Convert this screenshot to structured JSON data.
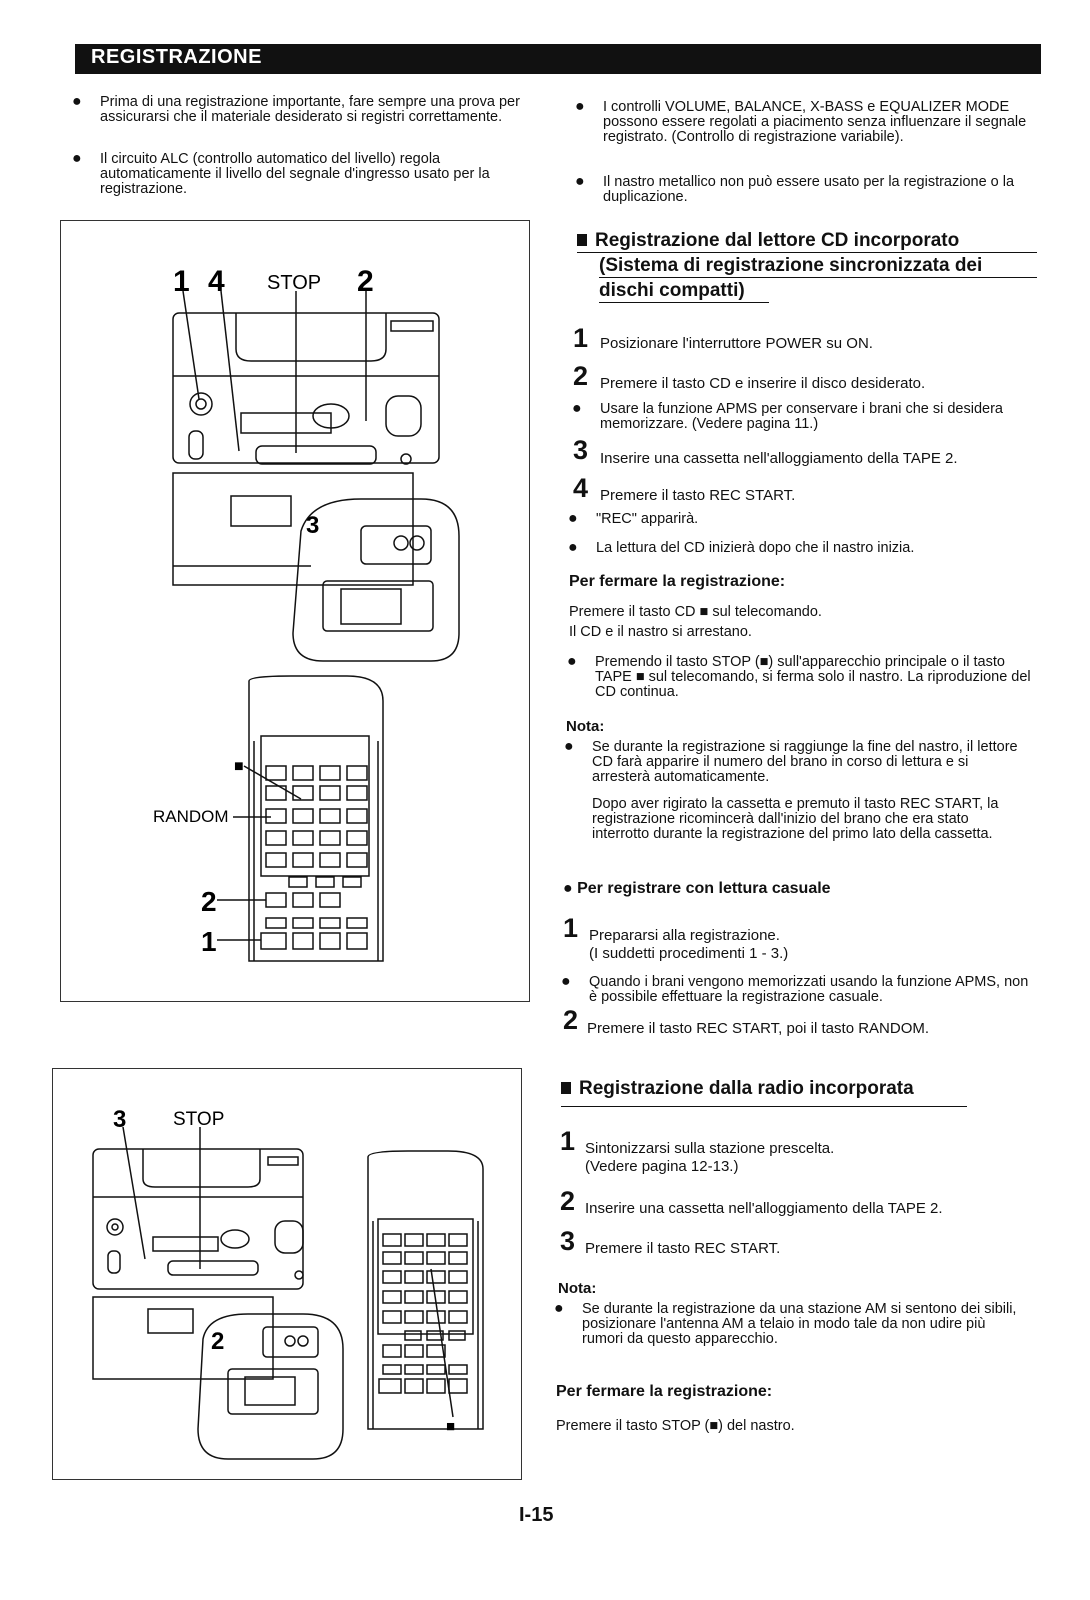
{
  "header": {
    "title": "REGISTRAZIONE"
  },
  "intro_left": [
    "Prima di una registrazione importante, fare sempre una prova per assicurarsi che il materiale desiderato si registri correttamente.",
    "Il circuito ALC (controllo automatico del livello) regola automaticamente il livello del segnale d'ingresso usato per la registrazione."
  ],
  "intro_right": [
    "I controlli VOLUME, BALANCE, X-BASS e EQUALIZER MODE possono essere regolati a piacimento senza influenzare il segnale registrato. (Controllo di registrazione variabile).",
    "Il nastro metallico non può essere usato per la registrazione o la duplicazione."
  ],
  "cd_section": {
    "title_line1": "Registrazione dal lettore CD incorporato",
    "title_line2": "(Sistema di registrazione sincronizzata dei",
    "title_line3": "dischi compatti)",
    "steps": [
      {
        "num": "1",
        "text": "Posizionare l'interruttore POWER su ON."
      },
      {
        "num": "2",
        "text": "Premere il tasto CD e inserire il disco desiderato."
      },
      {
        "num": "3",
        "text": "Inserire una cassetta nell'alloggiamento della TAPE 2."
      },
      {
        "num": "4",
        "text": "Premere il tasto REC START."
      }
    ],
    "bullet_after_2": "Usare la funzione APMS per conservare i brani che si desidera memorizzare. (Vedere pagina 11.)",
    "bullets_after_4": [
      "\"REC\" apparirà.",
      "La lettura del CD inizierà dopo che il nastro inizia."
    ],
    "stop_heading": "Per fermare la registrazione:",
    "stop_text_1": "Premere il tasto CD ■ sul telecomando.",
    "stop_text_2": "Il CD e il nastro si arrestano.",
    "stop_bullet": "Premendo il tasto STOP (■) sull'apparecchio principale o il tasto TAPE ■ sul telecomando, si ferma solo il nastro. La riproduzione del CD continua.",
    "nota_label": "Nota:",
    "nota_text_1": "Se durante la registrazione si raggiunge la fine del nastro, il lettore CD farà apparire il numero del brano in corso di lettura e si arresterà automaticamente.",
    "nota_text_2": "Dopo aver rigirato la cassetta e premuto il tasto REC START, la registrazione ricomincerà dall'inizio del brano che era stato interrotto durante la registrazione del primo lato della cassetta.",
    "random_heading": "Per registrare con lettura casuale",
    "random_step1_num": "1",
    "random_step1_text_a": "Prepararsi alla registrazione.",
    "random_step1_text_b": "(I suddetti procedimenti 1 - 3.)",
    "random_bullet": "Quando i brani vengono memorizzati usando la funzione APMS, non è possibile effettuare la registrazione casuale.",
    "random_step2_num": "2",
    "random_step2_text": "Premere il tasto REC START, poi il tasto RANDOM."
  },
  "radio_section": {
    "title": "Registrazione dalla radio incorporata",
    "steps": [
      {
        "num": "1",
        "text": "Sintonizzarsi sulla stazione prescelta.",
        "text2": "(Vedere pagina 12-13.)"
      },
      {
        "num": "2",
        "text": "Inserire una cassetta nell'alloggiamento della TAPE 2."
      },
      {
        "num": "3",
        "text": "Premere il tasto REC START."
      }
    ],
    "nota_label": "Nota:",
    "nota_text": "Se durante la registrazione da una stazione AM si sentono dei sibili, posizionare l'antenna AM a telaio in modo tale da non udire più rumori da questo apparecchio.",
    "stop_heading": "Per fermare la registrazione:",
    "stop_text": "Premere il tasto STOP (■) del nastro."
  },
  "figure1": {
    "label_1": "1",
    "label_4": "4",
    "label_stop": "STOP",
    "label_2": "2",
    "label_3": "3",
    "label_square": "■",
    "label_random": "RANDOM",
    "label_2b": "2",
    "label_1b": "1"
  },
  "figure2": {
    "label_3": "3",
    "label_stop": "STOP",
    "label_2": "2",
    "label_square": "■"
  },
  "page_number": "I-15"
}
